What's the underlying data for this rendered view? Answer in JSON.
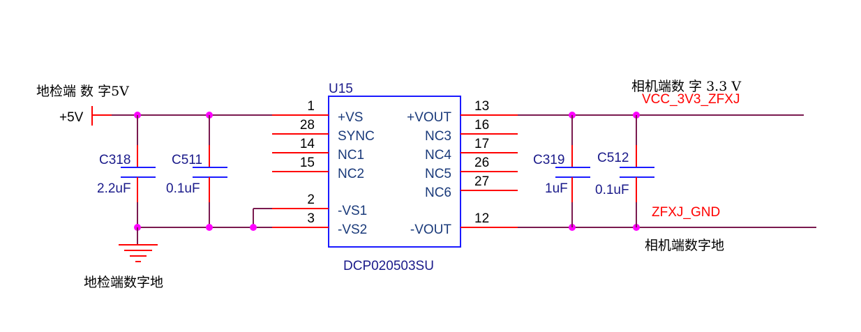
{
  "schematic": {
    "left_annotation": "地检端 数 字5V",
    "right_annotation": "相机端数 字 3.3 V",
    "power_port": "+5V",
    "ground_label_left": "地检端数字地",
    "ground_label_right": "相机端数字地",
    "net_vcc": "VCC_3V3_ZFXJ",
    "net_gnd": "ZFXJ_GND",
    "ic": {
      "designator": "U15",
      "part": "DCP020503SU",
      "left_pins": [
        {
          "num": "1",
          "name": "+VS"
        },
        {
          "num": "28",
          "name": "SYNC"
        },
        {
          "num": "14",
          "name": "NC1"
        },
        {
          "num": "15",
          "name": "NC2"
        },
        {
          "num": "2",
          "name": "-VS1"
        },
        {
          "num": "3",
          "name": "-VS2"
        }
      ],
      "right_pins": [
        {
          "num": "13",
          "name": "+VOUT"
        },
        {
          "num": "16",
          "name": "NC3"
        },
        {
          "num": "17",
          "name": "NC4"
        },
        {
          "num": "26",
          "name": "NC5"
        },
        {
          "num": "27",
          "name": "NC6"
        },
        {
          "num": "12",
          "name": "-VOUT"
        }
      ]
    },
    "capacitors": [
      {
        "ref": "C318",
        "value": "2.2uF"
      },
      {
        "ref": "C511",
        "value": "0.1uF"
      },
      {
        "ref": "C319",
        "value": "1uF"
      },
      {
        "ref": "C512",
        "value": "0.1uF"
      }
    ],
    "colors": {
      "wire": "#7a1a4f",
      "pin": "#ff0000",
      "component_body": "#1a1aff",
      "junction": "#ff00ff",
      "net_label": "#ff0000"
    }
  }
}
